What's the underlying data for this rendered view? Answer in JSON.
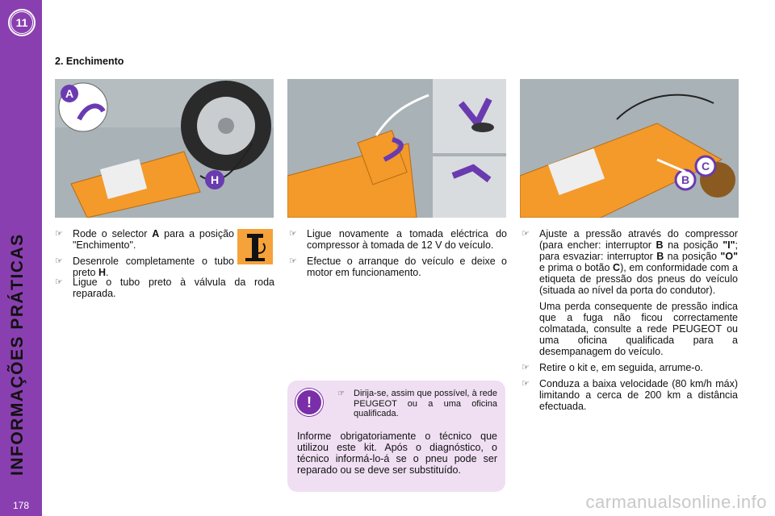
{
  "sidebar": {
    "chapter_number": "11",
    "vertical_title": "INFORMAÇÕES PRÁTICAS",
    "page_number": "178"
  },
  "section": {
    "title": "2.  Enchimento"
  },
  "figures": {
    "fig1": {
      "label_a": "A",
      "label_h": "H"
    },
    "fig3": {
      "label_b": "B",
      "label_c": "C"
    }
  },
  "col1": {
    "items": [
      {
        "pre": "Rode  o  selector  ",
        "bold": "A",
        "post": "  para  a posição \"Enchimento\"."
      },
      {
        "pre": "Desenrole completamente o tubo preto ",
        "bold": "H",
        "post": "."
      },
      {
        "pre": "Ligue o tubo preto à válvula da roda reparada.",
        "bold": "",
        "post": ""
      }
    ]
  },
  "col2": {
    "items": [
      {
        "text": "Ligue  novamente  a  tomada  eléctrica  do  compressor  à  tomada  de  12 V  do  veículo."
      },
      {
        "text": "Efectue  o  arranque  do  veículo  e  deixe o motor em funcionamento."
      }
    ]
  },
  "col3": {
    "item1": {
      "p1": "Ajuste  a  pressão  através  do  compressor  (para  encher:  interruptor  ",
      "b1": "B",
      "p2": " na posição ",
      "b2": "\"I\"",
      "p3": "; para esvaziar: interruptor  ",
      "b3": "B",
      "p4": "  na  posição  ",
      "b4": "\"O\"",
      "p5": "  e  prima  o  botão  ",
      "b5": "C",
      "p6": "),  em  conformidade  com  a  etiqueta  de  pressão  dos  pneus  do  veículo (situada ao nível da porta do condutor)."
    },
    "para": "Uma  perda  consequente  de  pressão  indica  que  a  fuga  não  ficou  correctamente  colmatada,  consulte  a  rede  PEUGEOT  ou  uma  oficina  qualificada  para  a  desempanagem  do veículo.",
    "item2": "Retire o kit e, em seguida, arrume-o.",
    "item3": "Conduza a baixa velocidade (80 km/h máx)  limitando  a  cerca  de  200 km  a  distância efectuada."
  },
  "note": {
    "icon": "!",
    "bullet_text": "Dirija-se, assim que possível, à  rede  PEUGEOT  ou  a  uma oficina qualificada.",
    "body": "Informe  obrigatoriamente  o  técnico que utilizou este kit. Após o diagnóstico, o técnico informá-lo-á se o pneu pode  ser  reparado  ou  se  deve  ser substituído."
  },
  "bullet_glyph": "☞",
  "watermark": "carmanualsonline.info",
  "colors": {
    "sidebar": "#8a3fb0",
    "note_bg": "#f0dff3",
    "compressor": "#f5a23a"
  }
}
